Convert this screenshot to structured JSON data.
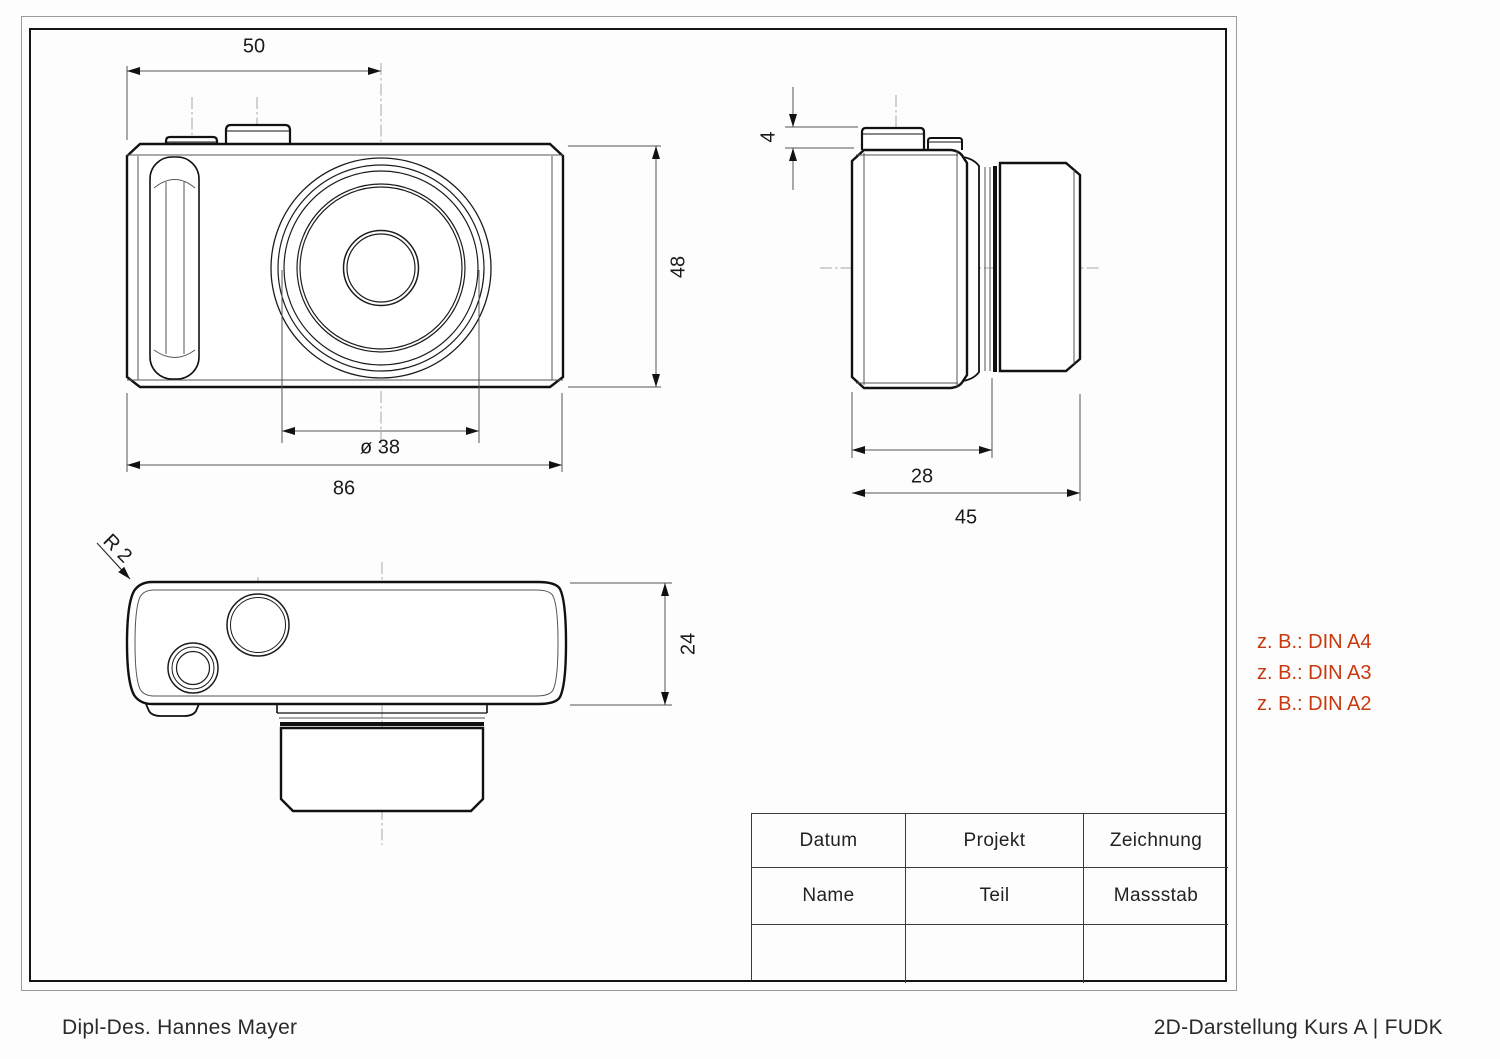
{
  "page": {
    "footer_left": "Dipl-Des. Hannes Mayer",
    "footer_right": "2D-Darstellung Kurs A | FUDK"
  },
  "annotations": {
    "color": "#c7390e",
    "items": [
      "z. B.: DIN A4",
      "z. B.: DIN A3",
      "z. B.: DIN A2"
    ]
  },
  "title_block": {
    "row1": [
      "Datum",
      "Projekt",
      "Zeichnung"
    ],
    "row2": [
      "Name",
      "Teil",
      "Massstab"
    ],
    "row3": [
      "",
      "",
      ""
    ]
  },
  "dimensions": {
    "front_view": {
      "top_width": "50",
      "total_width": "86",
      "lens_diameter": "ø 38",
      "height": "48"
    },
    "side_view": {
      "button_height": "4",
      "body_depth": "28",
      "total_depth": "45"
    },
    "top_view": {
      "thickness": "24",
      "corner_radius": "R 2"
    }
  }
}
